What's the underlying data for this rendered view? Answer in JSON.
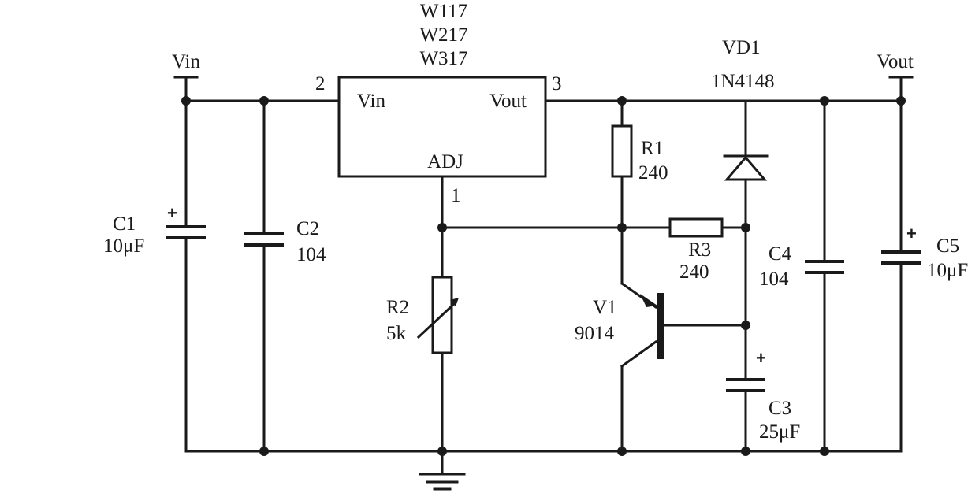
{
  "regulator": {
    "models": [
      "W117",
      "W217",
      "W317"
    ],
    "pin_in_label": "Vin",
    "pin_out_label": "Vout",
    "pin_adj_label": "ADJ",
    "pin_in_number": "2",
    "pin_out_number": "3",
    "pin_adj_number": "1"
  },
  "terminals": {
    "input": "Vin",
    "output": "Vout"
  },
  "components": {
    "c1": {
      "name": "C1",
      "value": "10μF",
      "polarity": "+"
    },
    "c2": {
      "name": "C2",
      "value": "104"
    },
    "r2": {
      "name": "R2",
      "value": "5k"
    },
    "r1": {
      "name": "R1",
      "value": "240"
    },
    "r3": {
      "name": "R3",
      "value": "240"
    },
    "v1": {
      "name": "V1",
      "value": "9014"
    },
    "vd1": {
      "name": "VD1",
      "value": "1N4148"
    },
    "c3": {
      "name": "C3",
      "value": "25μF",
      "polarity": "+"
    },
    "c4": {
      "name": "C4",
      "value": "104"
    },
    "c5": {
      "name": "C5",
      "value": "10μF",
      "polarity": "+"
    }
  },
  "colors": {
    "ink": "#1a1a1a",
    "background": "#ffffff"
  }
}
